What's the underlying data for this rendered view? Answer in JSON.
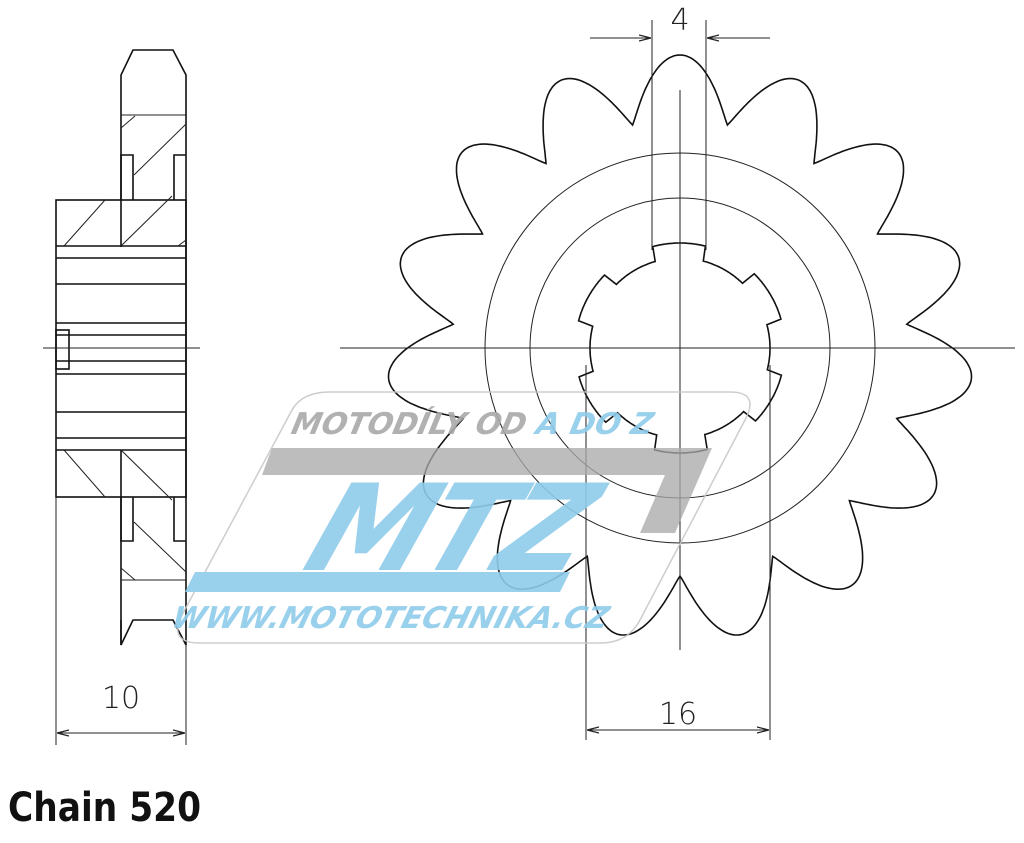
{
  "drawing": {
    "dim_width_side": "10",
    "dim_key_width": "4",
    "dim_bore": "16",
    "teeth": 15
  },
  "watermark": {
    "tagline_main": "MOTODÍLY OD ",
    "tagline_accent": "A DO Z",
    "logo": "MTZ",
    "url": "WWW.MOTOTECHNIKA.CZ",
    "color_grey": "#a9a9a9",
    "color_blue": "#8ecbea"
  },
  "caption": "Chain 520"
}
